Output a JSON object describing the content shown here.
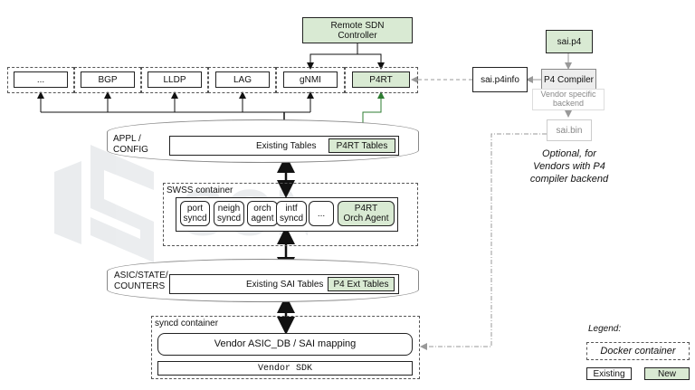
{
  "controller": {
    "label_line1": "Remote SDN",
    "label_line2": "Controller"
  },
  "apps": [
    "...",
    "BGP",
    "LLDP",
    "LAG",
    "gNMI",
    "P4RT"
  ],
  "appl_db": {
    "label_line1": "APPL /",
    "label_line2": "CONFIG",
    "existing": "Existing Tables",
    "p4rt": "P4RT Tables"
  },
  "swss": {
    "title": "SWSS container",
    "agents": [
      {
        "l1": "port",
        "l2": "syncd"
      },
      {
        "l1": "neigh",
        "l2": "syncd"
      },
      {
        "l1": "orch",
        "l2": "agent"
      },
      {
        "l1": "intf",
        "l2": "syncd"
      },
      {
        "l1": "...",
        "l2": ""
      },
      {
        "l1": "P4RT",
        "l2": "Orch Agent"
      }
    ]
  },
  "asic_db": {
    "label_line1": "ASIC/STATE/",
    "label_line2": "COUNTERS",
    "existing": "Existing SAI Tables",
    "p4ext": "P4 Ext Tables"
  },
  "syncd": {
    "title": "syncd container",
    "mapping": "Vendor ASIC_DB / SAI mapping",
    "sdk": "Vendor SDK"
  },
  "p4": {
    "source": "sai.p4",
    "compiler": "P4 Compiler",
    "p4info": "sai.p4info",
    "backend_line1": "Vendor specific",
    "backend_line2": "backend",
    "bin": "sai.bin",
    "note_line1": "Optional, for",
    "note_line2": "Vendors with P4",
    "note_line3": "compiler backend"
  },
  "legend": {
    "title": "Legend:",
    "docker": "Docker container",
    "existing": "Existing",
    "new": "New"
  },
  "watermark": "SONiC",
  "colors": {
    "new_green": "#d9ead3",
    "arrow_green": "#2e7d32",
    "grey": "#9e9e9e"
  }
}
